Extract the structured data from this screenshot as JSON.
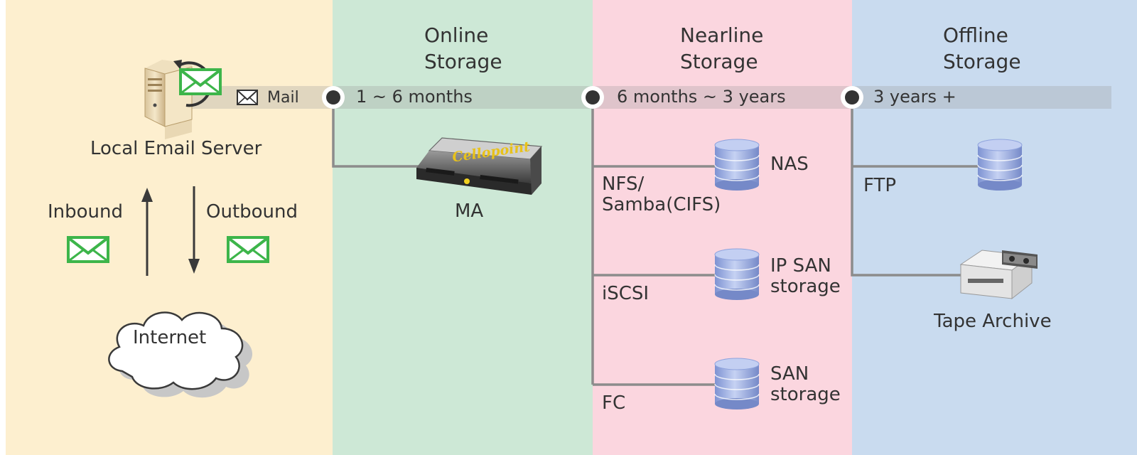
{
  "columns": {
    "online_header_line1": "Online",
    "online_header_line2": "Storage",
    "nearline_header_line1": "Nearline",
    "nearline_header_line2": "Storage",
    "offline_header_line1": "Offline",
    "offline_header_line2": "Storage"
  },
  "timeline": {
    "mail": "Mail",
    "online_range": "1 ~ 6 months",
    "nearline_range": "6 months ~ 3 years",
    "offline_range": "3 years +"
  },
  "local": {
    "server_label": "Local Email Server",
    "inbound": "Inbound",
    "outbound": "Outbound",
    "internet": "Internet"
  },
  "online": {
    "appliance_label": "MA",
    "appliance_brand": "Cellopoint"
  },
  "nearline": {
    "nfs_line1": "NFS/",
    "nfs_line2": "Samba(CIFS)",
    "nas": "NAS",
    "iscsi": "iSCSI",
    "ipsan_line1": "IP SAN",
    "ipsan_line2": "storage",
    "fc": "FC",
    "san_line1": "SAN",
    "san_line2": "storage"
  },
  "offline": {
    "ftp": "FTP",
    "tape": "Tape Archive"
  },
  "colors": {
    "local_bg": "#fdefcf",
    "online_bg": "#cde8d6",
    "nearline_bg": "#fbd6df",
    "offline_bg": "#c9dbef",
    "line": "#8c8c8c",
    "envelope_green": "#3db54a",
    "database_blue": "#8fa3dd"
  },
  "icons": [
    "server-icon",
    "refresh-arrow-icon",
    "envelope-icon",
    "appliance-icon",
    "database-icon",
    "tape-drive-icon",
    "cloud-icon",
    "arrow-up-icon",
    "arrow-down-icon"
  ]
}
